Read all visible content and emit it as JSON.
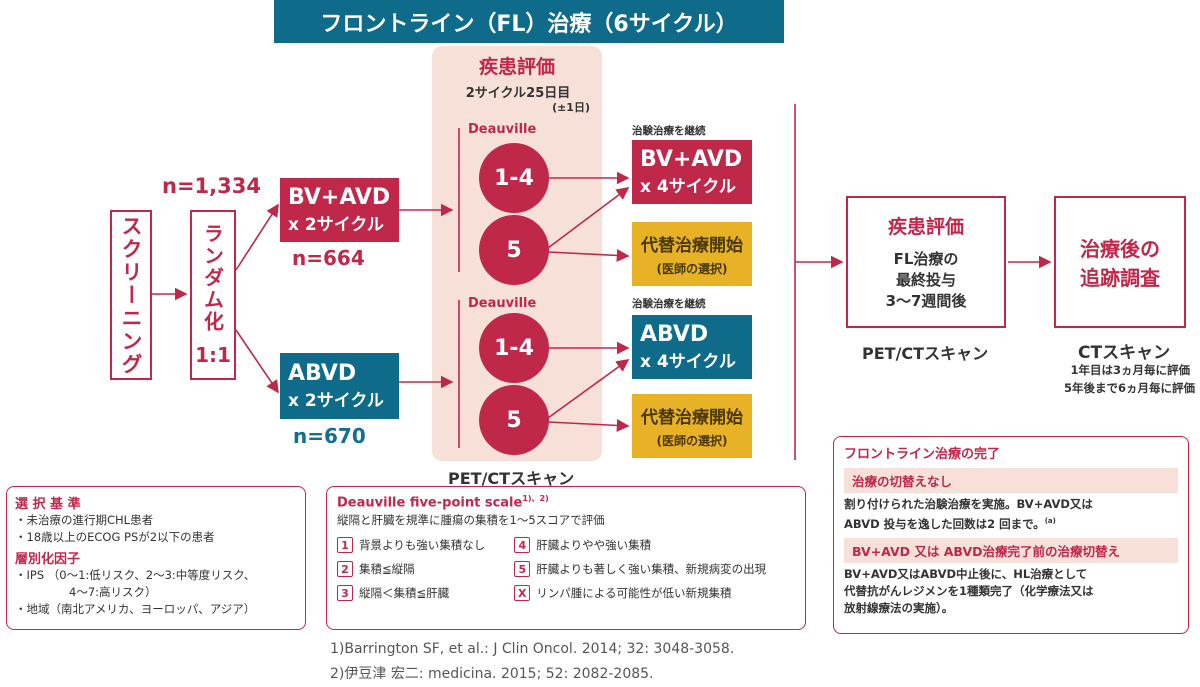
{
  "title": "フロントライン（FL）治療（6サイクル）",
  "screening": "スクリーニング",
  "randomization": "ランダム化",
  "ratio": "1:1",
  "n_total": "n=1,334",
  "arm_bv": {
    "line1": "BV+AVD",
    "line2": "x 2サイクル",
    "n": "n=664"
  },
  "arm_abvd": {
    "line1": "ABVD",
    "line2": "x 2サイクル",
    "n": "n=670"
  },
  "assessment": {
    "title": "疾患評価",
    "timing": "2サイクル25日目",
    "window": "(±1日)",
    "scan": "PET/CTスキャン"
  },
  "deauville_label": "Deauville",
  "circle_low": "1-4",
  "circle_high": "5",
  "continue_label": "治験治療を継続",
  "cont_bv": {
    "line1": "BV+AVD",
    "line2": "x 4サイクル"
  },
  "cont_abvd": {
    "line1": "ABVD",
    "line2": "x 4サイクル"
  },
  "alt": {
    "line1": "代替治療開始",
    "line2": "(医師の選択)"
  },
  "final_eval": {
    "title": "疾患評価",
    "line1": "FL治療の",
    "line2": "最終投与",
    "line3": "3〜7週間後",
    "scan": "PET/CTスキャン"
  },
  "followup": {
    "line1": "治療後の",
    "line2": "追跡調査",
    "scan": "CTスキャン",
    "note1": "1年目は3ヵ月毎に評価",
    "note2": "5年後まで6ヵ月毎に評価"
  },
  "criteria": {
    "title": "選 択 基 準",
    "items": [
      "・未治療の進行期CHL患者",
      "・18歳以上のECOG PSが2以下の患者"
    ],
    "strat_title": "層別化因子",
    "strat_items": [
      "・IPS （0〜1:低リスク、2〜3:中等度リスク、",
      "4〜7:高リスク）",
      "・地域（南北アメリカ、ヨーロッパ、アジア）"
    ]
  },
  "scale": {
    "title": "Deauville five-point scale",
    "title_sup": "1)、2)",
    "desc": "縦隔と肝臓を規準に腫瘍の集積を1〜5スコアで評価",
    "items": [
      {
        "n": "1",
        "t": "背景よりも強い集積なし"
      },
      {
        "n": "2",
        "t": "集積≦縦隔"
      },
      {
        "n": "3",
        "t": "縦隔＜集積≦肝臓"
      },
      {
        "n": "4",
        "t": "肝臓よりやや強い集積"
      },
      {
        "n": "5",
        "t": "肝臓よりも著しく強い集積、新規病変の出現"
      },
      {
        "n": "X",
        "t": "リンパ腫による可能性が低い新規集積"
      }
    ]
  },
  "completion": {
    "title": "フロントライン治療の完了",
    "h1": "治療の切替えなし",
    "p1": "割り付けられた治験治療を実施。BV+AVD又は",
    "p1b": "ABVD 投与を逸した回数は2 回まで。",
    "p1_sup": "(a)",
    "h2": "BV+AVD 又は ABVD治療完了前の治療切替え",
    "p2": "BV+AVD又はABVD中止後に、HL治療として",
    "p2b": "代替抗がんレジメンを1種類完了（化学療法又は",
    "p2c": "放射線療法の実施）。"
  },
  "refs": [
    "1)Barrington SF, et al.: J Clin Oncol. 2014; 32: 3048-3058.",
    "2)伊豆津 宏二: medicina. 2015; 52: 2082-2085."
  ],
  "colors": {
    "crimson": "#c0284a",
    "teal": "#0e6b8a",
    "gold": "#e8b226",
    "panel": "#f6e0d8"
  }
}
